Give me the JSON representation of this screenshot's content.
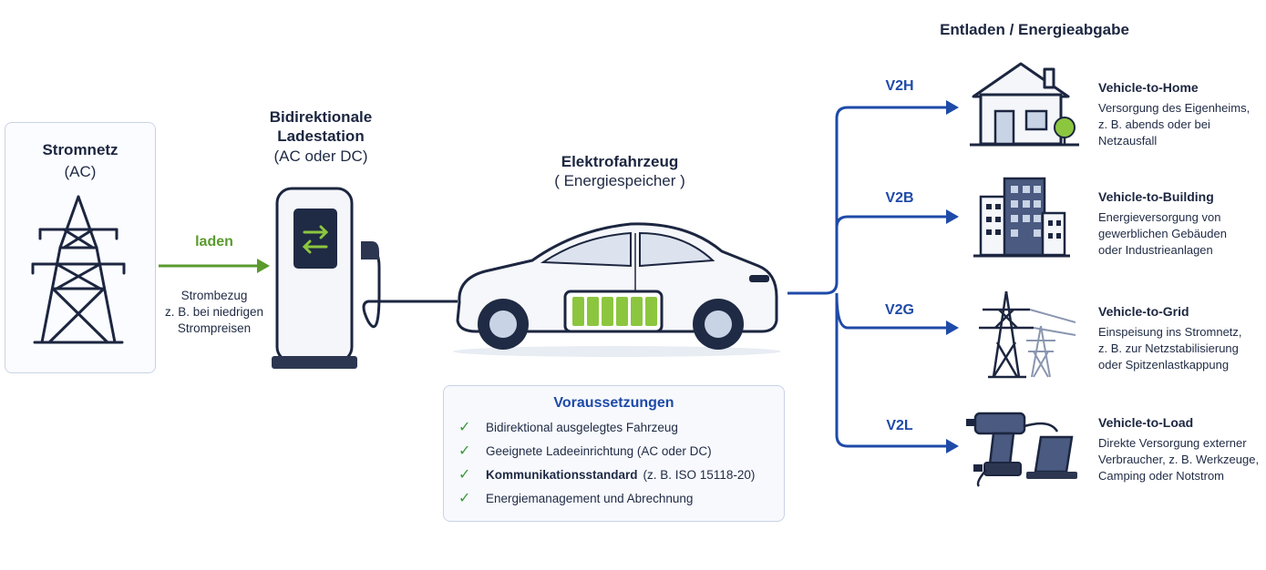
{
  "grid": {
    "title": "Stromnetz",
    "subtitle": "(AC)",
    "icon": "power-tower-icon"
  },
  "charging": {
    "label": "laden",
    "desc_line1": "Strombezug",
    "desc_line2": "z. B. bei niedrigen",
    "desc_line3": "Strompreisen"
  },
  "station": {
    "title_line1": "Bidirektionale",
    "title_line2": "Ladestation",
    "subtitle": "(AC oder DC)",
    "icon": "charging-station-icon"
  },
  "vehicle": {
    "title": "Elektrofahrzeug",
    "subtitle": "( Energiespeicher )",
    "icon": "electric-car-icon"
  },
  "requirements": {
    "title": "Voraussetzungen",
    "items": [
      {
        "strong": "",
        "text": "Bidirektional ausgelegtes Fahrzeug"
      },
      {
        "strong": "",
        "text": "Geeignete Ladeeinrichtung (AC oder DC)"
      },
      {
        "strong": "Kommunikationsstandard",
        "text": "(z. B. ISO 15118-20)"
      },
      {
        "strong": "",
        "text": "Energiemanagement und Abrechnung"
      }
    ]
  },
  "discharge": {
    "title": "Entladen / Energieabgabe",
    "outputs": [
      {
        "code": "V2H",
        "title": "Vehicle-to-Home",
        "line1": "Versorgung des Eigenheims,",
        "line2": "z. B. abends oder bei",
        "line3": "Netzausfall",
        "icon": "house-icon"
      },
      {
        "code": "V2B",
        "title": "Vehicle-to-Building",
        "line1": "Energieversorgung von",
        "line2": "gewerblichen Gebäuden",
        "line3": "oder Industrieanlagen",
        "icon": "building-icon"
      },
      {
        "code": "V2G",
        "title": "Vehicle-to-Grid",
        "line1": "Einspeisung ins Stromnetz,",
        "line2": "z. B. zur Netzstabilisierung",
        "line3": "oder Spitzenlastkappung",
        "icon": "power-grid-icon"
      },
      {
        "code": "V2L",
        "title": "Vehicle-to-Load",
        "line1": "Direkte Versorgung externer",
        "line2": "Verbraucher, z. B. Werkzeuge,",
        "line3": "Camping oder Notstrom",
        "icon": "drill-laptop-icon"
      }
    ]
  },
  "colors": {
    "charge_arrow": "#5a9a2e",
    "discharge_arrow": "#1e4aa8",
    "battery": "#8cc63f",
    "outline": "#1c2640"
  }
}
